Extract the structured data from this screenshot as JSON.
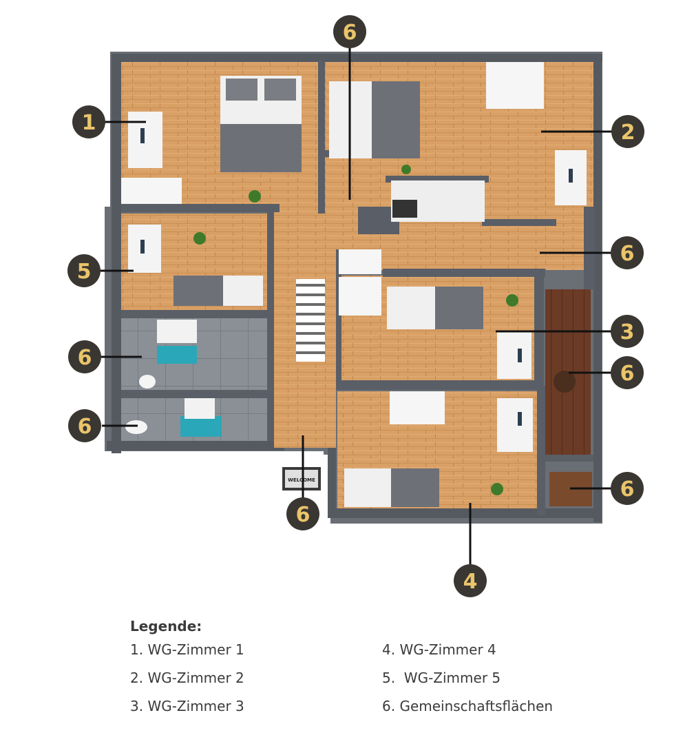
{
  "markers": {
    "m1": "1",
    "m2": "2",
    "m3": "3",
    "m4": "4",
    "m5": "5",
    "m6_top": "6",
    "m6_right_upper": "6",
    "m6_left_bath": "6",
    "m6_right_balcony": "6",
    "m6_left_wc": "6",
    "m6_right_store": "6",
    "m6_entrance": "6"
  },
  "doormat_text": "WELCOME",
  "legend": {
    "title": "Legende:",
    "items": [
      "1. WG-Zimmer 1",
      "4. WG-Zimmer 4",
      "2. WG-Zimmer 2",
      "5.  WG-Zimmer 5",
      "3. WG-Zimmer 3",
      "6. Gemeinschaftsflächen"
    ]
  },
  "colors": {
    "wall": "#5b5f66",
    "floor_wood": "#d9a066",
    "tile": "#8a8f96",
    "balcony": "#6b3b26",
    "bed": "#6d7077",
    "marker_fill": "#3a3733",
    "marker_text": "#e9c46a",
    "leader_line": "#111111"
  }
}
